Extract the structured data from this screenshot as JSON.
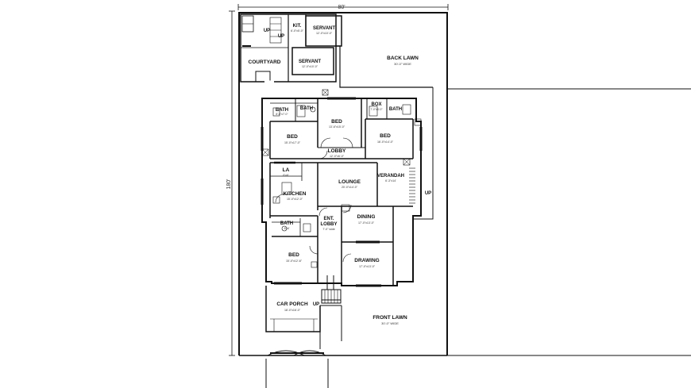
{
  "dimensions": {
    "top": "80'",
    "side": "180'"
  },
  "rooms": {
    "courtyard": {
      "name": "COURTYARD"
    },
    "kit": {
      "name": "KIT.",
      "size": "6'-0\"x5'-0\""
    },
    "servant1": {
      "name": "SERVANT",
      "size": "12'-0\"x10'-0\""
    },
    "servant2": {
      "name": "SERVANT",
      "size": "12'-0\"x10'-0\""
    },
    "back_lawn": {
      "name": "BACK LAWN",
      "size": "30'-0\" WIDE"
    },
    "bath1": {
      "name": "BATH",
      "size": "8'-6\"x7'-0\""
    },
    "bath2": {
      "name": "BATH",
      "size": ""
    },
    "box": {
      "name": "BOX",
      "size": "7'-0\"x6'-0\""
    },
    "bath3": {
      "name": "BATH",
      "size": ""
    },
    "bed_top_center": {
      "name": "BED",
      "size": "13'-6\"x15'-0\""
    },
    "bed_top_left": {
      "name": "BED",
      "size": "15'-0\"x17'-0\""
    },
    "bed_top_right": {
      "name": "BED",
      "size": "16'-0\"x14'-0\""
    },
    "lobby": {
      "name": "LOBBY",
      "size": "12'-0\"x6'-0\""
    },
    "la": {
      "name": "LA",
      "size": "6'x6'"
    },
    "kitchen": {
      "name": "KITCHEN",
      "size": "15'-0\"x12'-0\""
    },
    "lounge": {
      "name": "LOUNGE",
      "size": "20'-0\"x14'-0\""
    },
    "verandah": {
      "name": "VERANDAH",
      "size": "6'-3\"x14'"
    },
    "ent_lobby": {
      "name1": "ENT.",
      "name2": "LOBBY",
      "size": "7'-0\" wide"
    },
    "dining": {
      "name": "DINING",
      "size": "17'-0\"x13'-0\""
    },
    "bath4": {
      "name": "BATH",
      "size": "6'x6'"
    },
    "bed_bottom": {
      "name": "BED",
      "size": "15'-0\"x12'-6\""
    },
    "drawing": {
      "name": "DRAWING",
      "size": "17'-0\"x13'-0\""
    },
    "car_porch": {
      "name": "CAR PORCH",
      "size": "18'-0\"x16'-0\""
    },
    "front_lawn": {
      "name": "FRONT LAWN",
      "size": "30'-0\" WIDE"
    }
  },
  "stairs_labels": {
    "up1": "UP",
    "up2": "UP",
    "up3": "UP",
    "up4": "UP"
  }
}
